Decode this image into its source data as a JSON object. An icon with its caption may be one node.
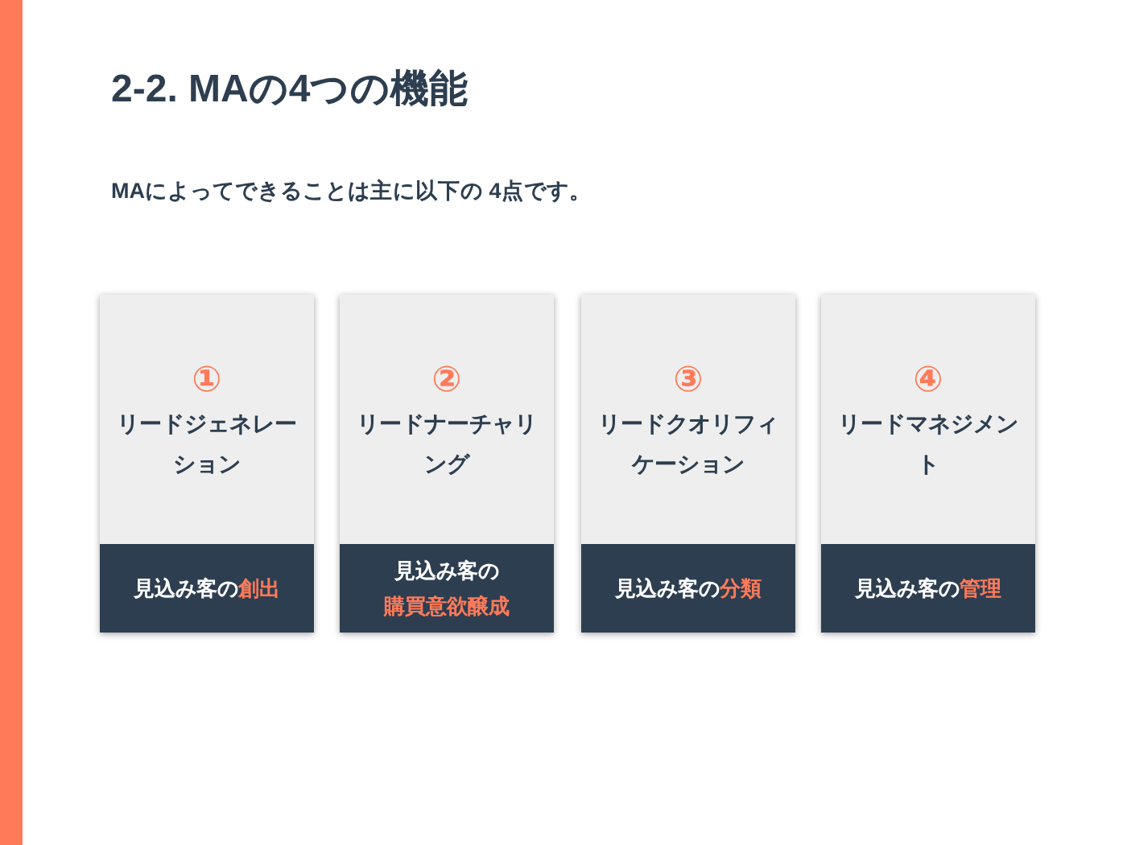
{
  "diagram": {
    "title": "2-2. MAの4つの機能",
    "nodes": [
      {
        "text": [
          "①",
          "リードジェネレーション"
        ]
      },
      {
        "text": [
          "見込み客の**創出**"
        ],
        "in": 0
      },
      {
        "text": [
          "②",
          "リードナーチャリング"
        ]
      },
      {
        "text": [
          "見込み客の**購買意欲醸成**"
        ],
        "in": 2
      },
      {
        "text": [
          "③",
          "リードクオリフィケーション"
        ]
      },
      {
        "text": [
          "見込み客の**分類**"
        ],
        "in": 4
      },
      {
        "text": [
          "④",
          "リードマネジメント"
        ]
      },
      {
        "text": [
          "見込み客の**管理**"
        ],
        "in": 6
      }
    ],
    "edges": [],
    "labels": [
      "MAによってできることは主に以下の 4点です。"
    ]
  }
}
